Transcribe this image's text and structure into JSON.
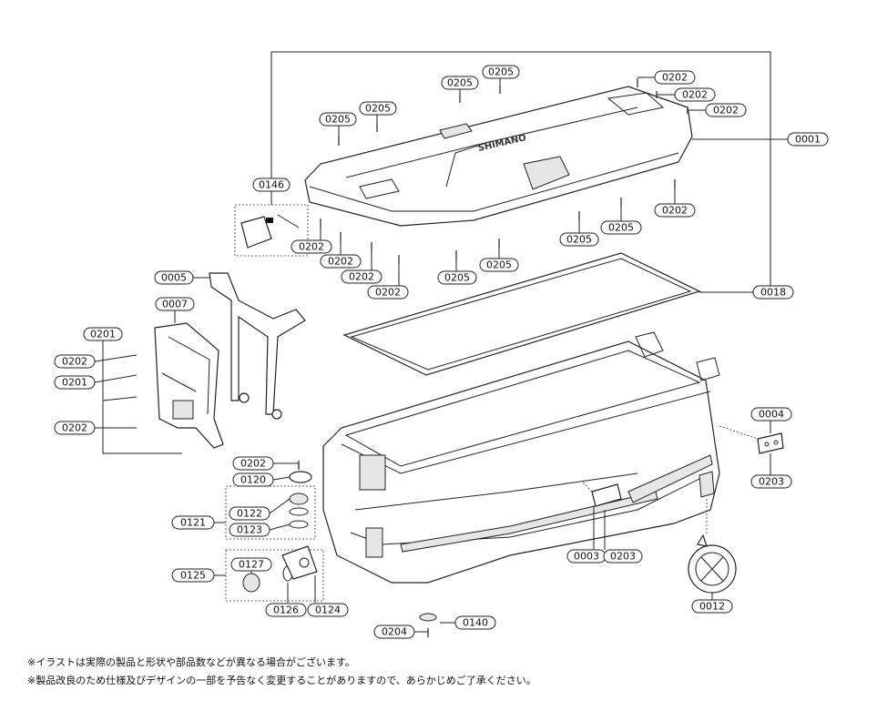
{
  "parts": {
    "p0001": "0001",
    "p0003": "0003",
    "p0004": "0004",
    "p0005": "0005",
    "p0007": "0007",
    "p0012": "0012",
    "p0018": "0018",
    "p0120": "0120",
    "p0121": "0121",
    "p0122": "0122",
    "p0123": "0123",
    "p0124": "0124",
    "p0125": "0125",
    "p0126": "0126",
    "p0127": "0127",
    "p0140": "0140",
    "p0146": "0146",
    "p0201": "0201",
    "p0202": "0202",
    "p0203": "0203",
    "p0204": "0204",
    "p0205": "0205"
  },
  "lid_logo": "SHIMANO",
  "notes": [
    "※イラストは実際の製品と形状や部品数などが異なる場合がございます。",
    "※製品改良のため仕様及びデザインの一部を予告なく変更することがありますので、あらかじめご了承ください。"
  ]
}
